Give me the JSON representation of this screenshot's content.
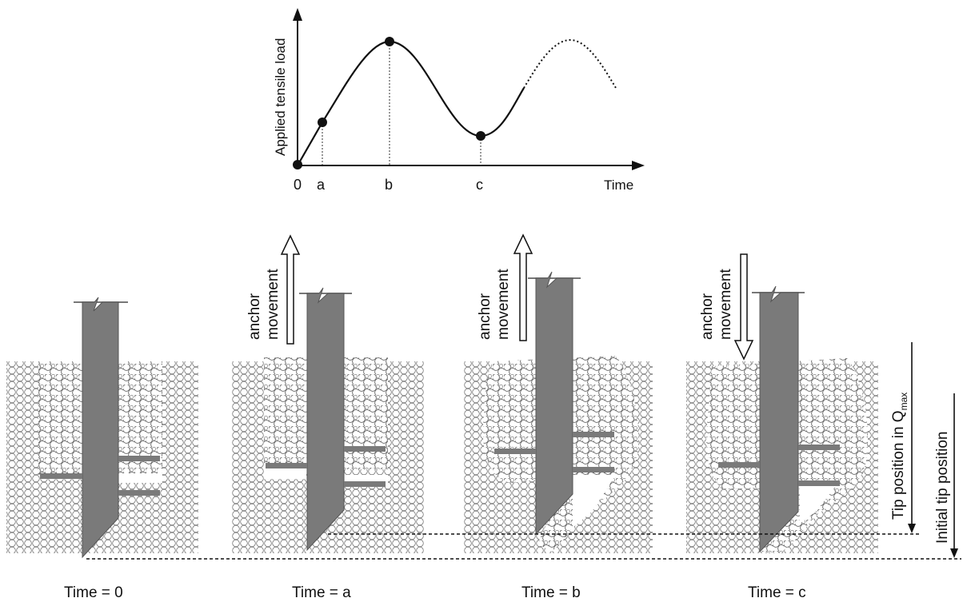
{
  "graph": {
    "ylabel": "Applied tensile load",
    "xlabel": "Time",
    "tick_labels": [
      "0",
      "a",
      "b",
      "c"
    ]
  },
  "chart_data": {
    "type": "line",
    "xlabel": "Time",
    "ylabel": "Applied tensile load",
    "curve": "cyclic tensile load: linear rise from 0 to a, peak at b, trough at c, then rising again (dotted continuation)",
    "marked_points": [
      {
        "label": "0",
        "load": 0
      },
      {
        "label": "a",
        "load": 0.32
      },
      {
        "label": "b",
        "load": 1.0
      },
      {
        "label": "c",
        "load": 0.24
      }
    ]
  },
  "panels": [
    {
      "caption": "Time = 0",
      "arrow_label": [],
      "arrow": "none"
    },
    {
      "caption": "Time = a",
      "arrow_label": [
        "anchor",
        "movement"
      ],
      "arrow": "up"
    },
    {
      "caption": "Time = b",
      "arrow_label": [
        "anchor",
        "movement"
      ],
      "arrow": "up"
    },
    {
      "caption": "Time = c",
      "arrow_label": [
        "anchor",
        "movement"
      ],
      "arrow": "down"
    }
  ],
  "right_labels": {
    "tip_qmax": "Tip position in Q",
    "tip_qmax_sub": "max",
    "initial_tip": "Initial tip position"
  },
  "colors": {
    "plate": "#7a7a7a",
    "soil": "#6f6f6f",
    "line": "#111111"
  }
}
